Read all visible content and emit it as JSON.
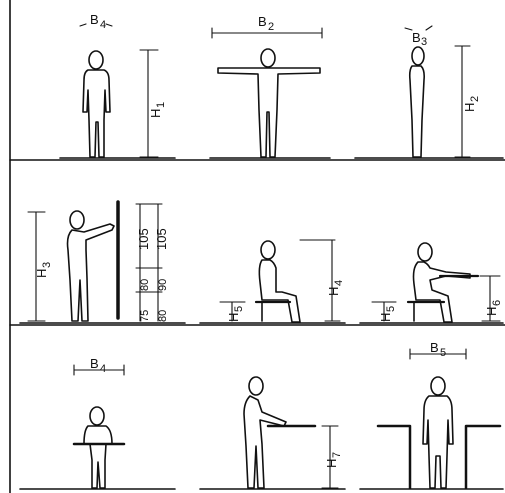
{
  "labels": {
    "b4_top": "B",
    "b4_top_sub": "4",
    "b2": "B",
    "b2_sub": "2",
    "b3": "B",
    "b3_sub": "3",
    "h1": "H",
    "h1_sub": "1",
    "h2": "H",
    "h2_sub": "2",
    "h3": "H",
    "h3_sub": "3",
    "h4": "H",
    "h4_sub": "4",
    "h5_mid": "H",
    "h5_mid_sub": "5",
    "h5_right": "H",
    "h5_right_sub": "5",
    "h6": "H",
    "h6_sub": "6",
    "h7": "H",
    "h7_sub": "7",
    "b4_bottom": "B",
    "b4_bottom_sub": "4",
    "b5": "B",
    "b5_sub": "5",
    "dim_105_a": "105",
    "dim_105_b": "105",
    "dim_80_a": "80",
    "dim_90": "90",
    "dim_75": "75",
    "dim_80_b": "80"
  },
  "colors": {
    "ink": "#111111",
    "paper": "#ffffff"
  }
}
